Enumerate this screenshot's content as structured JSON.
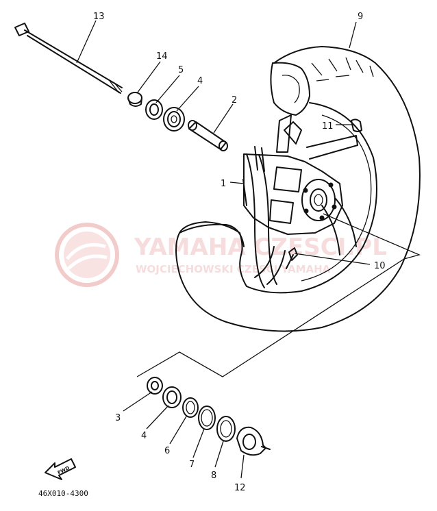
{
  "callouts": {
    "c1": "1",
    "c2": "2",
    "c3": "3",
    "c4_top": "4",
    "c4_bottom": "4",
    "c5": "5",
    "c6": "6",
    "c7": "7",
    "c8": "8",
    "c9": "9",
    "c10": "10",
    "c11": "11",
    "c12": "12",
    "c13": "13",
    "c14": "14"
  },
  "fwd_label": "FWD",
  "drawing_code": "46X010-4300",
  "watermark": {
    "line1": "YAMAHA CZESCI.PL",
    "line2": "WOJCIECHOWSKI CZESCI YAMAHA",
    "color": "#e8a2a2"
  }
}
